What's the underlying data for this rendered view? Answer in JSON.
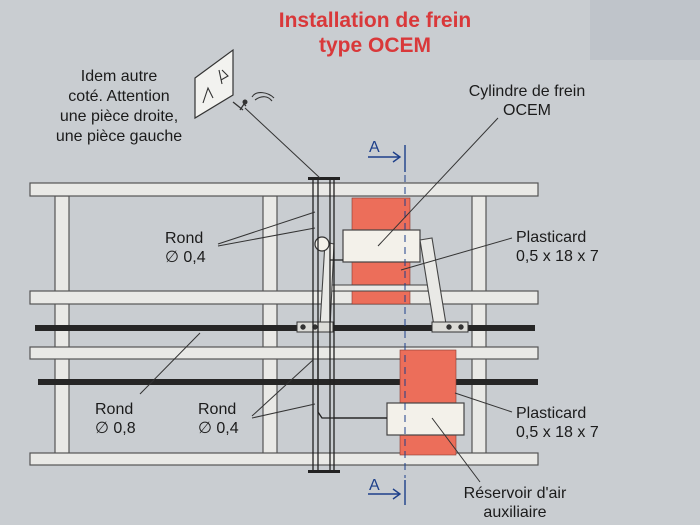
{
  "title": {
    "line1": "Installation de frein",
    "line2": "type OCEM"
  },
  "labels": {
    "idem": [
      "Idem autre",
      "coté. Attention",
      "une pièce droite,",
      "une pièce gauche"
    ],
    "cylindre": [
      "Cylindre de frein",
      "OCEM"
    ],
    "rond_top": [
      "Rond",
      "∅ 0,4"
    ],
    "plasticard_top": [
      "Plasticard",
      "0,5 x 18 x 7"
    ],
    "rond_08": [
      "Rond",
      "∅ 0,8"
    ],
    "rond_04": [
      "Rond",
      "∅ 0,4"
    ],
    "plasticard_bottom": [
      "Plasticard",
      "0,5 x 18 x 7"
    ],
    "reservoir": [
      "Réservoir d'air",
      "auxiliaire"
    ],
    "section_top": "A",
    "section_bottom": "A"
  },
  "colors": {
    "background": "#c9cdd1",
    "title": "#d9383a",
    "beam_fill": "#e9e9e6",
    "beam_stroke": "#555555",
    "red_block": "#ec6e5a",
    "dark_bar": "#262626",
    "section_line": "#1d3f8a"
  }
}
